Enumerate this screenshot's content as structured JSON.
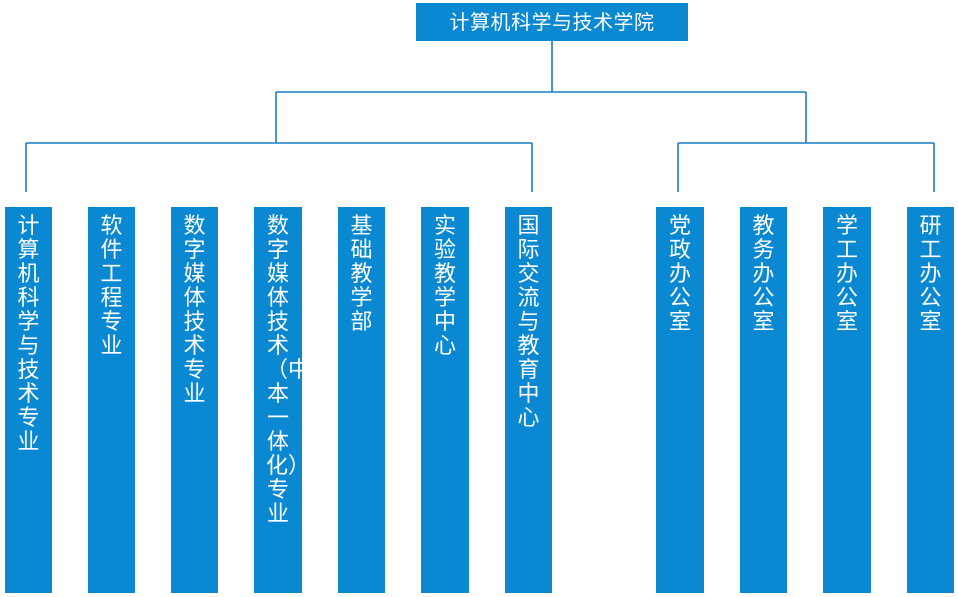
{
  "root": {
    "label": "计算机科学与技术学院"
  },
  "groups": {
    "left": {
      "columns": [
        {
          "label": "计算机科学与技术专业"
        },
        {
          "label": "软件工程专业"
        },
        {
          "label": "数字媒体技术专业"
        },
        {
          "label": "数字媒体技术（中本一体化）专业"
        },
        {
          "label": "基础教学部"
        },
        {
          "label": "实验教学中心"
        },
        {
          "label": "国际交流与教育中心"
        }
      ]
    },
    "right": {
      "columns": [
        {
          "label": "党政办公室"
        },
        {
          "label": "教务办公室"
        },
        {
          "label": "学工办公室"
        },
        {
          "label": "研工办公室"
        }
      ]
    }
  },
  "colors": {
    "box_fill": "#0b88d2",
    "connector": "#1a7bbf",
    "text": "#ffffff"
  }
}
